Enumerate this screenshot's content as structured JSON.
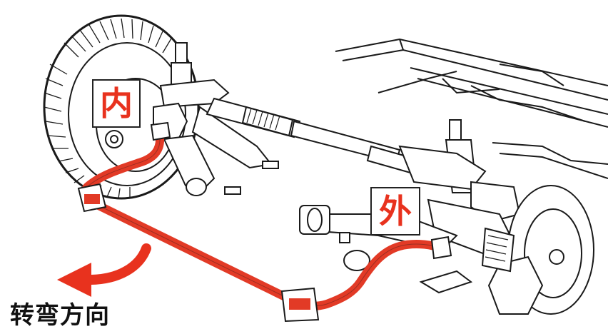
{
  "labels": {
    "inner": "内",
    "outer": "外",
    "turn_direction": "转弯方向"
  },
  "colors": {
    "accent": "#e8321e",
    "stabilizer_bar": "#e23a26",
    "line_art": "#1a1a1a"
  },
  "icons": {
    "turn_arrow": "curved-arrow-left-icon"
  }
}
